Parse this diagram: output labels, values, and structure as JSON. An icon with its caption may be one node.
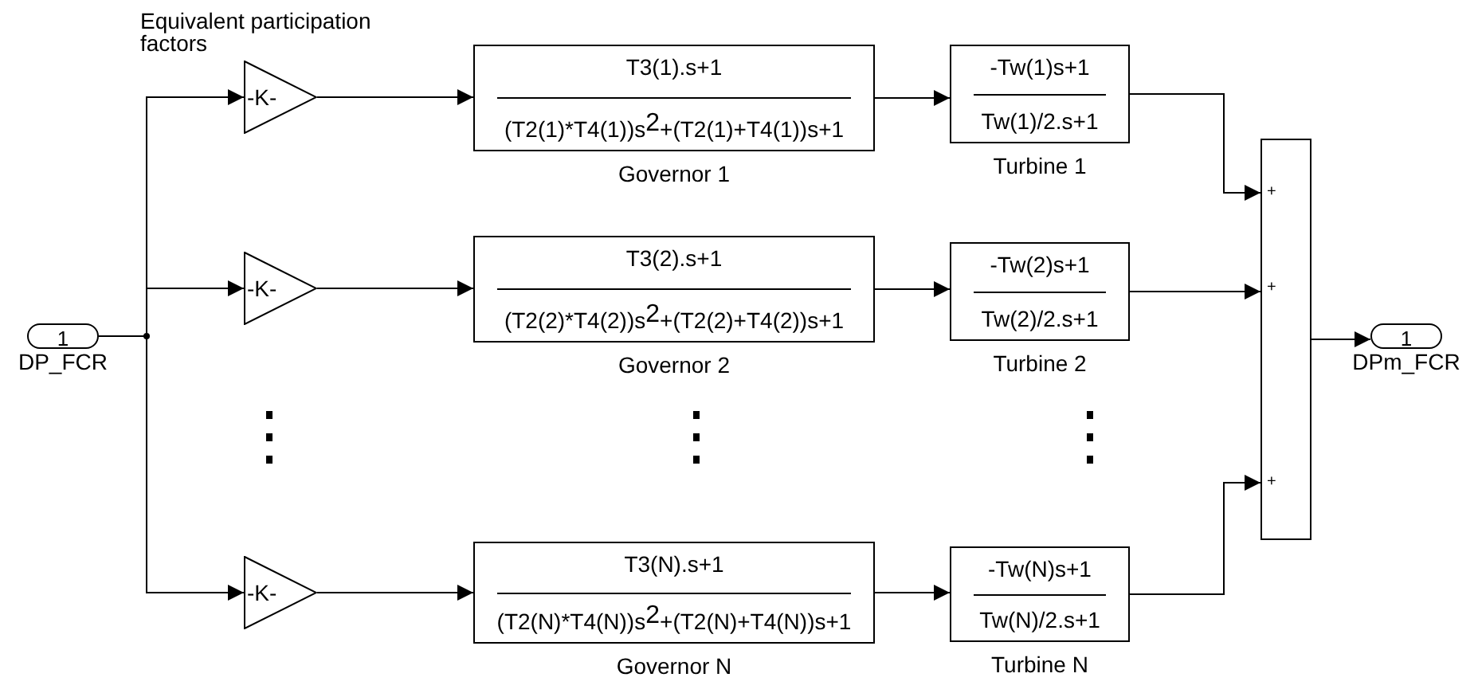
{
  "diagram": {
    "nodes": [
      {
        "text": [
          "1"
        ],
        "beside": [
          "DP_FCR"
        ]
      },
      {
        "text": [
          "-K-"
        ]
      },
      {
        "text": [
          "T3(1).s+1",
          "(T2(1)*T4(1))s$^{2}$+(T2(1)+T4(1))s+1"
        ],
        "beside": [
          "Governor 1"
        ]
      },
      {
        "text": [
          "-Tw(1)s+1",
          "Tw(1)/2.s+1"
        ],
        "beside": [
          "Turbine 1"
        ]
      },
      {
        "text": [
          "-K-"
        ]
      },
      {
        "text": [
          "T3(2).s+1",
          "(T2(2)*T4(2))s$^{2}$+(T2(2)+T4(2))s+1"
        ],
        "beside": [
          "Governor 2"
        ]
      },
      {
        "text": [
          "-Tw(2)s+1",
          "Tw(2)/2.s+1"
        ],
        "beside": [
          "Turbine 2"
        ]
      },
      {
        "text": [
          "-K-"
        ]
      },
      {
        "text": [
          "T3(N).s+1",
          "(T2(N)*T4(N))s$^{2}$+(T2(N)+T4(N))s+1"
        ],
        "beside": [
          "Governor N"
        ]
      },
      {
        "text": [
          "-Tw(N)s+1",
          "Tw(N)/2.s+1"
        ],
        "beside": [
          "Turbine N"
        ]
      },
      {
        "text": [
          "+",
          "+",
          "+"
        ]
      },
      {
        "text": [
          "1"
        ],
        "beside": [
          "DPm_FCR"
        ]
      }
    ],
    "edges": [
      {
        "from": 0,
        "to": 1,
        "arrow": "to"
      },
      {
        "from": 1,
        "to": 2,
        "arrow": "to"
      },
      {
        "from": 2,
        "to": 3,
        "arrow": "to"
      },
      {
        "from": 3,
        "to": 10,
        "arrow": "to"
      },
      {
        "from": 0,
        "to": 4,
        "arrow": "to"
      },
      {
        "from": 4,
        "to": 5,
        "arrow": "to"
      },
      {
        "from": 5,
        "to": 6,
        "arrow": "to"
      },
      {
        "from": 6,
        "to": 10,
        "arrow": "to"
      },
      {
        "from": 0,
        "to": 7,
        "arrow": "to"
      },
      {
        "from": 7,
        "to": 8,
        "arrow": "to"
      },
      {
        "from": 8,
        "to": 9,
        "arrow": "to"
      },
      {
        "from": 9,
        "to": 10,
        "arrow": "to"
      },
      {
        "from": 10,
        "to": 11,
        "arrow": "to"
      }
    ],
    "labels": [
      "Equivalent participation factors"
    ]
  }
}
